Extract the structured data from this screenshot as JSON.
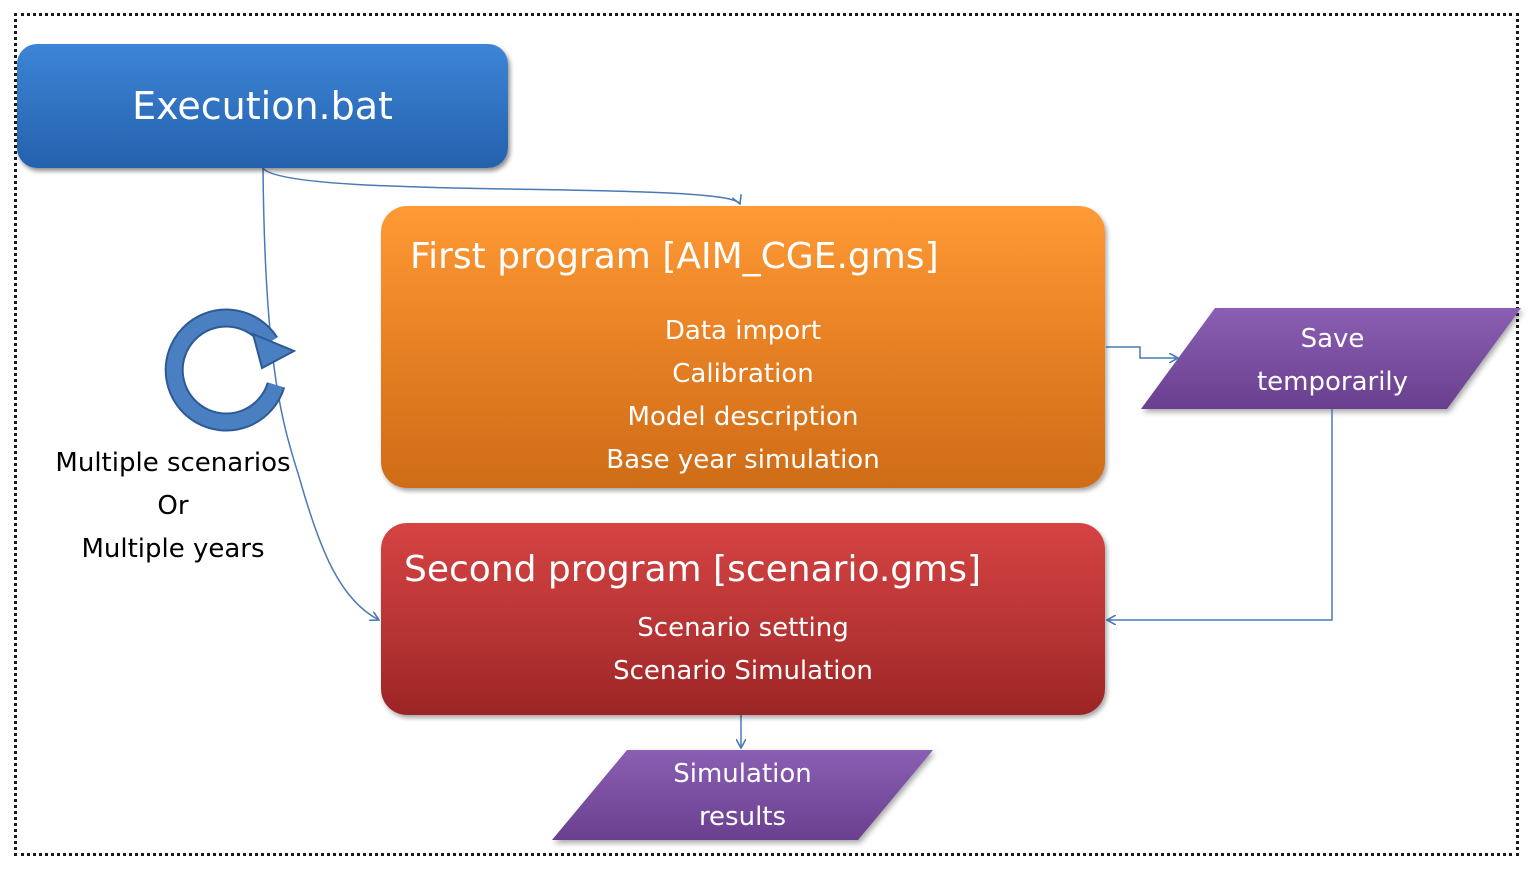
{
  "execution": {
    "title": "Execution.bat"
  },
  "first_program": {
    "title": "First program [AIM_CGE.gms]",
    "lines": [
      "Data import",
      "Calibration",
      "Model description",
      "Base year simulation"
    ]
  },
  "second_program": {
    "title": "Second program [scenario.gms]",
    "lines": [
      "Scenario setting",
      "Scenario Simulation"
    ]
  },
  "save_node": {
    "lines": [
      "Save",
      "temporarily"
    ]
  },
  "results_node": {
    "lines": [
      "Simulation",
      "results"
    ]
  },
  "loop_label": {
    "lines": [
      "Multiple scenarios",
      "Or",
      "Multiple years"
    ]
  },
  "colors": {
    "execution_box": "#2e6fbf",
    "first_program_box": "#f0851f",
    "second_program_box": "#c13838",
    "parallelogram": "#7a4fa0",
    "arrow": "#4a7ab5",
    "loop_icon": "#4a7ab5"
  }
}
